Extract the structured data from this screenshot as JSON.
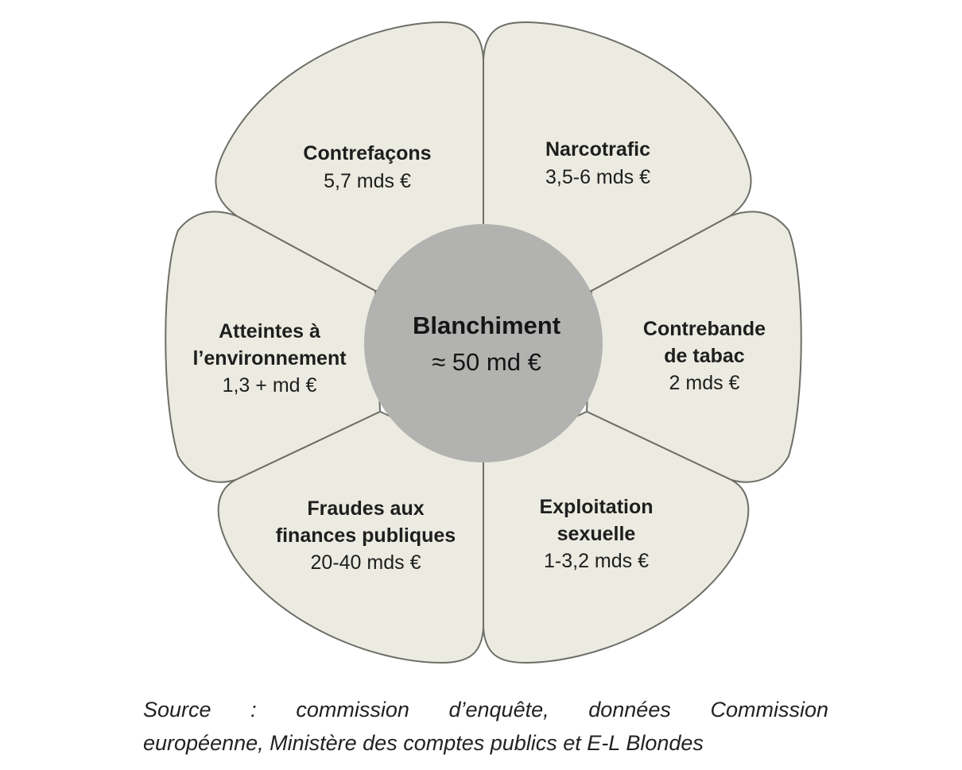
{
  "diagram": {
    "center": {
      "title": "Blanchiment",
      "value": "≈ 50 md €"
    },
    "petals": [
      {
        "id": "contrefacons",
        "lines": [
          "Contrefaçons"
        ],
        "value": "5,7 mds €"
      },
      {
        "id": "narcotrafic",
        "lines": [
          "Narcotrafic"
        ],
        "value": "3,5-6 mds €"
      },
      {
        "id": "tabac",
        "lines": [
          "Contrebande",
          "de tabac"
        ],
        "value": "2 mds €"
      },
      {
        "id": "exploitation",
        "lines": [
          "Exploitation",
          "sexuelle"
        ],
        "value": "1-3,2 mds €"
      },
      {
        "id": "fraudes",
        "lines": [
          "Fraudes aux",
          "finances publiques"
        ],
        "value": "20-40 mds €"
      },
      {
        "id": "environnement",
        "lines": [
          "Atteintes à",
          "l’environnement"
        ],
        "value": "1,3 + md €"
      }
    ],
    "colors": {
      "petal_fill": "#ecebe1",
      "petal_stroke": "#6e6e68",
      "hub_fill": "#b2b2b0"
    }
  },
  "source": {
    "line1": "Source : commission d’enquête, données Commission",
    "line2": "européenne, Ministère des comptes publics et E-L Blondes"
  }
}
